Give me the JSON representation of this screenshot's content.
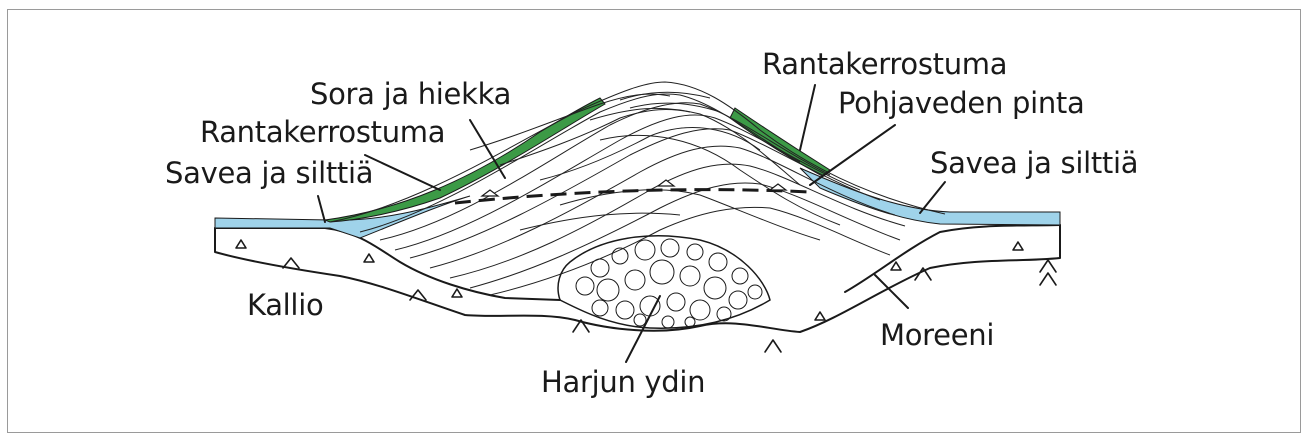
{
  "labels": {
    "sand_gravel": "Sora ja hiekka",
    "shore_deposit_left": "Rantakerrostuma",
    "shore_deposit_right": "Rantakerrostuma",
    "groundwater_level": "Pohjaveden pinta",
    "clay_silt_left": "Savea ja silttiä",
    "clay_silt_right": "Savea ja silttiä",
    "bedrock": "Kallio",
    "till": "Moreeni",
    "esker_core": "Harjun ydin"
  },
  "colors": {
    "shore_deposit": "#3c9a46",
    "clay_silt": "#9fd3ea",
    "ink": "#1a1a1a"
  }
}
